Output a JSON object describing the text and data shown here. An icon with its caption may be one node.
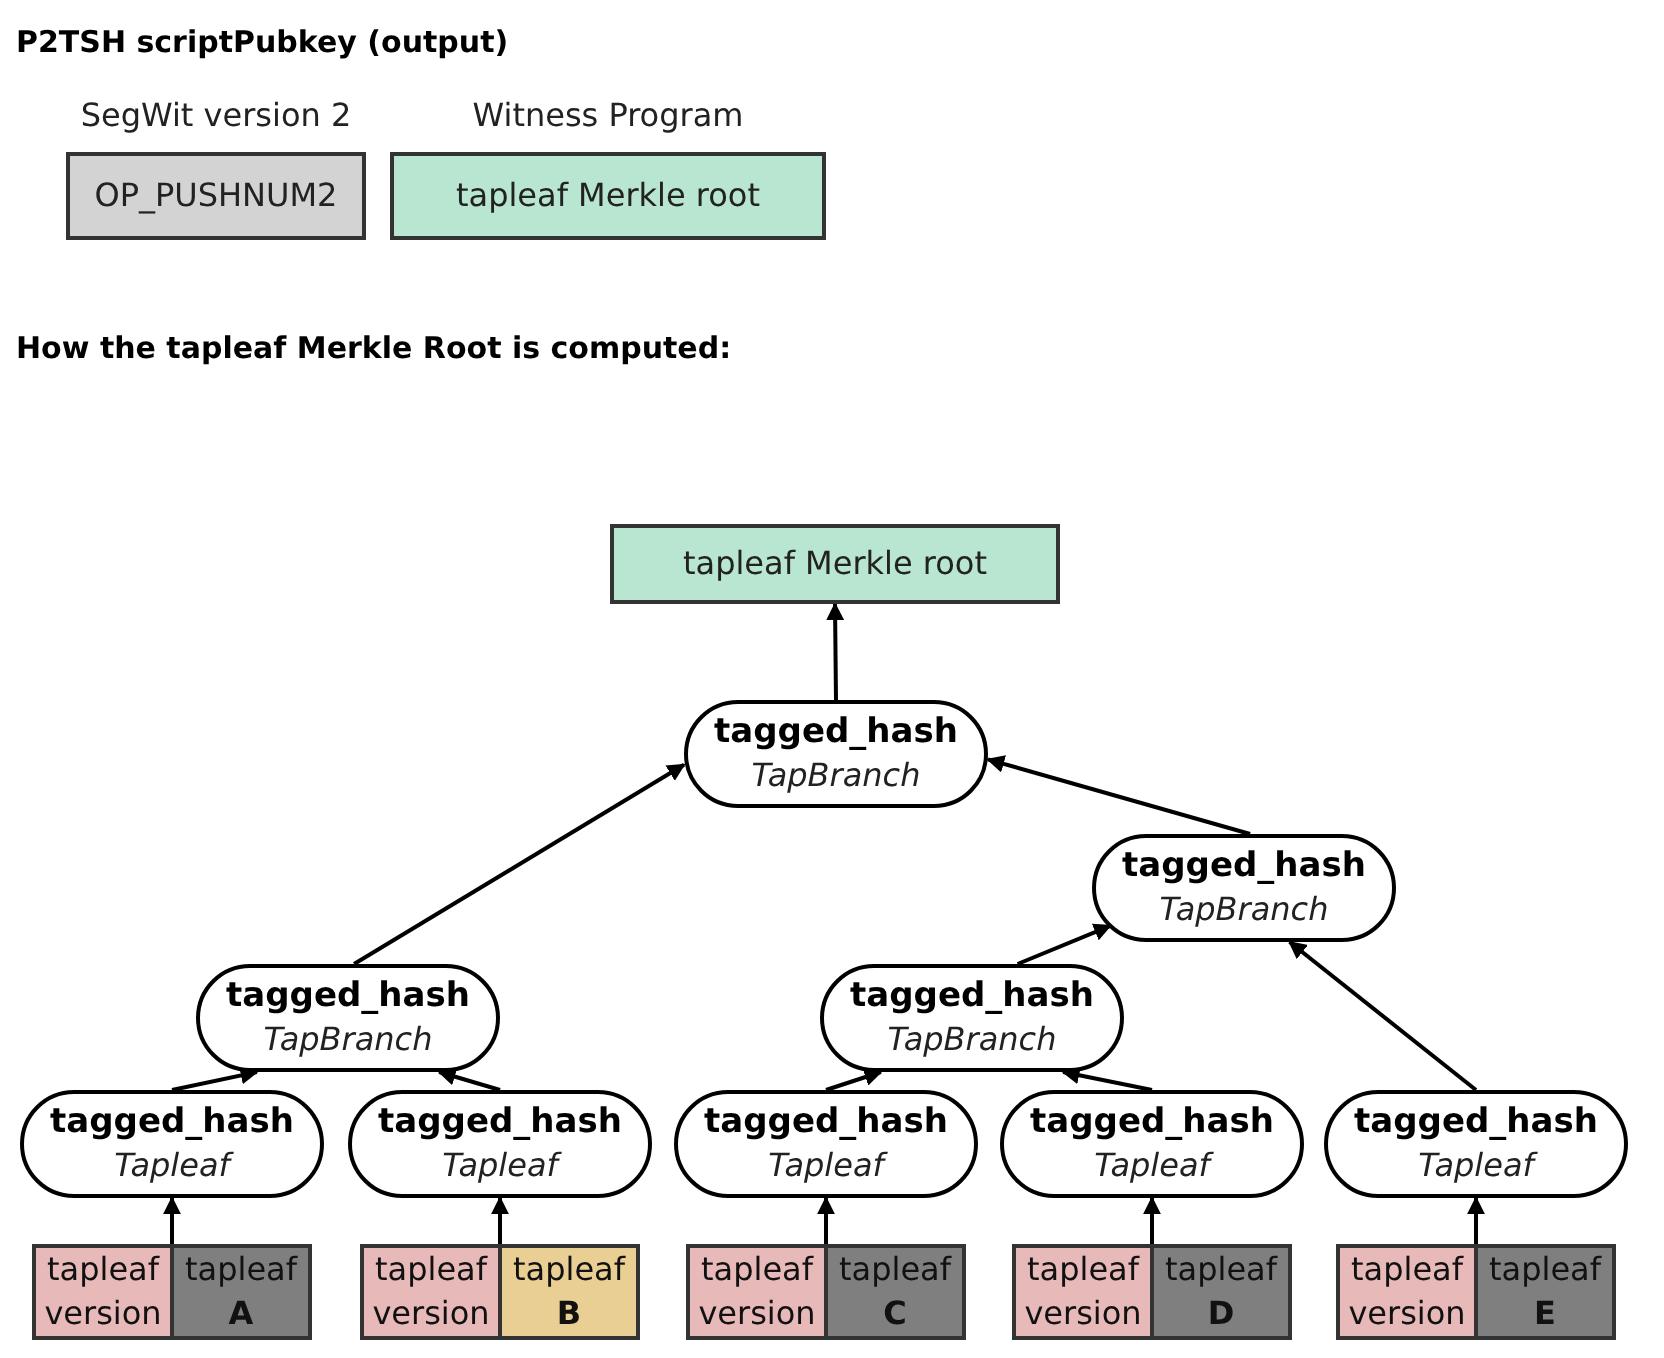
{
  "diagram": {
    "title": "P2TSH scriptPubkey (output)",
    "nodes": [
      {
        "text": [
          "SegWit version 2",
          "OP_PUSHNUM2"
        ]
      },
      {
        "text": [
          "Witness Program",
          "tapleaf Merkle root"
        ]
      },
      {
        "text": [
          "tapleaf Merkle root"
        ]
      },
      {
        "text": [
          "tagged_hash",
          "TapBranch"
        ]
      },
      {
        "text": [
          "tagged_hash",
          "TapBranch"
        ]
      },
      {
        "text": [
          "tagged_hash",
          "TapBranch"
        ]
      },
      {
        "text": [
          "tagged_hash",
          "TapBranch"
        ]
      },
      {
        "text": [
          "tagged_hash",
          "Tapleaf"
        ]
      },
      {
        "text": [
          "tagged_hash",
          "Tapleaf"
        ]
      },
      {
        "text": [
          "tagged_hash",
          "Tapleaf"
        ]
      },
      {
        "text": [
          "tagged_hash",
          "Tapleaf"
        ]
      },
      {
        "text": [
          "tagged_hash",
          "Tapleaf"
        ]
      },
      {
        "text": [],
        "shape": "box"
      },
      {
        "text": [
          "tapleaf version"
        ],
        "in": 12
      },
      {
        "text": [
          "tapleaf **A**"
        ],
        "in": 12
      },
      {
        "text": [],
        "shape": "box"
      },
      {
        "text": [
          "tapleaf version"
        ],
        "in": 15
      },
      {
        "text": [
          "tapleaf **B**"
        ],
        "in": 15
      },
      {
        "text": [],
        "shape": "box"
      },
      {
        "text": [
          "tapleaf version"
        ],
        "in": 18
      },
      {
        "text": [
          "tapleaf **C**"
        ],
        "in": 18
      },
      {
        "text": [],
        "shape": "box"
      },
      {
        "text": [
          "tapleaf version"
        ],
        "in": 21
      },
      {
        "text": [
          "tapleaf **D**"
        ],
        "in": 21
      },
      {
        "text": [],
        "shape": "box"
      },
      {
        "text": [
          "tapleaf version"
        ],
        "in": 24
      },
      {
        "text": [
          "tapleaf **E**"
        ],
        "in": 24
      }
    ],
    "edges": [
      {
        "from": 3,
        "to": 2,
        "arrow": "to"
      },
      {
        "from": 4,
        "to": 3,
        "arrow": "to"
      },
      {
        "from": 6,
        "to": 3,
        "arrow": "to"
      },
      {
        "from": 5,
        "to": 6,
        "arrow": "to"
      },
      {
        "from": 11,
        "to": 6,
        "arrow": "to"
      },
      {
        "from": 7,
        "to": 4,
        "arrow": "to"
      },
      {
        "from": 8,
        "to": 4,
        "arrow": "to"
      },
      {
        "from": 9,
        "to": 5,
        "arrow": "to"
      },
      {
        "from": 10,
        "to": 5,
        "arrow": "to"
      },
      {
        "from": 12,
        "to": 7,
        "arrow": "to"
      },
      {
        "from": 15,
        "to": 8,
        "arrow": "to"
      },
      {
        "from": 18,
        "to": 9,
        "arrow": "to"
      },
      {
        "from": 21,
        "to": 10,
        "arrow": "to"
      },
      {
        "from": 24,
        "to": 11,
        "arrow": "to"
      }
    ],
    "labels": [
      "How the tapleaf Merkle Root is computed:"
    ]
  }
}
